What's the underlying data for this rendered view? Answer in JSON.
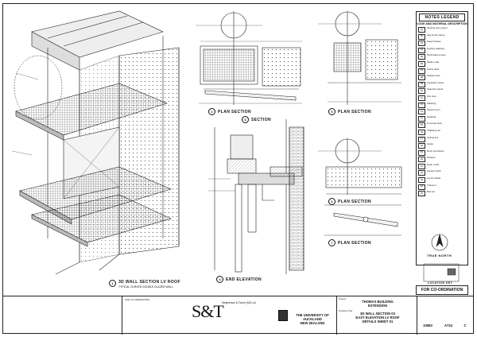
{
  "legend": {
    "title": "NOTES LEGEND",
    "subtitle": "CODE AND MATERIAL DESCRIPTION",
    "items": [
      {
        "num": "01",
        "text": "Glazing spec panel"
      },
      {
        "num": "02",
        "text": "Aluminium frame"
      },
      {
        "num": "03",
        "text": "Steel bracket"
      },
      {
        "num": "04",
        "text": "Grating walkway"
      },
      {
        "num": "05",
        "text": "Perforated screen"
      },
      {
        "num": "06",
        "text": "Mullion cap"
      },
      {
        "num": "07",
        "text": "Fixing plate"
      },
      {
        "num": "08",
        "text": "Sealant joint"
      },
      {
        "num": "09",
        "text": "Insulation panel"
      },
      {
        "num": "10",
        "text": "Spandrel panel"
      },
      {
        "num": "11",
        "text": "Fire stop"
      },
      {
        "num": "12",
        "text": "Flashing"
      },
      {
        "num": "13",
        "text": "Support arm"
      },
      {
        "num": "14",
        "text": "Handrail"
      },
      {
        "num": "15",
        "text": "Concrete slab"
      },
      {
        "num": "16",
        "text": "Cladding rail"
      },
      {
        "num": "17",
        "text": "Ceiling line"
      },
      {
        "num": "18",
        "text": "Gutter"
      },
      {
        "num": "19",
        "text": "Roof membrane"
      },
      {
        "num": "20",
        "text": "Parapet"
      },
      {
        "num": "21",
        "text": "Drain outlet"
      },
      {
        "num": "22",
        "text": "Access hatch"
      },
      {
        "num": "23",
        "text": "Louvre blade"
      },
      {
        "num": "24",
        "text": "Transom"
      },
      {
        "num": "25",
        "text": "Bolt set"
      }
    ]
  },
  "views": {
    "v1": {
      "num": "1",
      "title": "3D WALL SECTION LV ROOF",
      "sub": "TYPICAL CURVED DOUBLE GLAZED WALL"
    },
    "v2": {
      "num": "2",
      "title": "PLAN SECTION"
    },
    "v3": {
      "num": "3",
      "title": "SECTION"
    },
    "v4": {
      "num": "4",
      "title": "END ELEVATION"
    },
    "v5": {
      "num": "5",
      "title": "PLAN SECTION"
    },
    "v6": {
      "num": "6",
      "title": "PLAN SECTION"
    },
    "v7": {
      "num": "7",
      "title": "PLAN SECTION"
    }
  },
  "north": {
    "label": "TRUE NORTH",
    "sub": "LOCATION KEY"
  },
  "coordination": "FOR CO-ORDINATION",
  "titleblock": {
    "firm_logo": "S&T",
    "firm_name": "Stephenson & Turner (NZ) Ltd",
    "university_line1": "THE UNIVERSITY OF AUCKLAND",
    "university_line2": "NEW ZEALAND",
    "project_label": "Project",
    "project_name_line1": "THOMAS BUILDING",
    "project_name_line2": "EXTENSION",
    "drawing_label": "Drawing Title",
    "drawing_line1": "3D WALL SECTION 03",
    "drawing_line2": "EAST ELEVATION LV ROOF",
    "drawing_line3": "DETAILS SHEET 01",
    "job_no": "10583",
    "sheet_no": "A724",
    "revision": "C",
    "issue_text": "FOR CO-ORDINATION"
  }
}
